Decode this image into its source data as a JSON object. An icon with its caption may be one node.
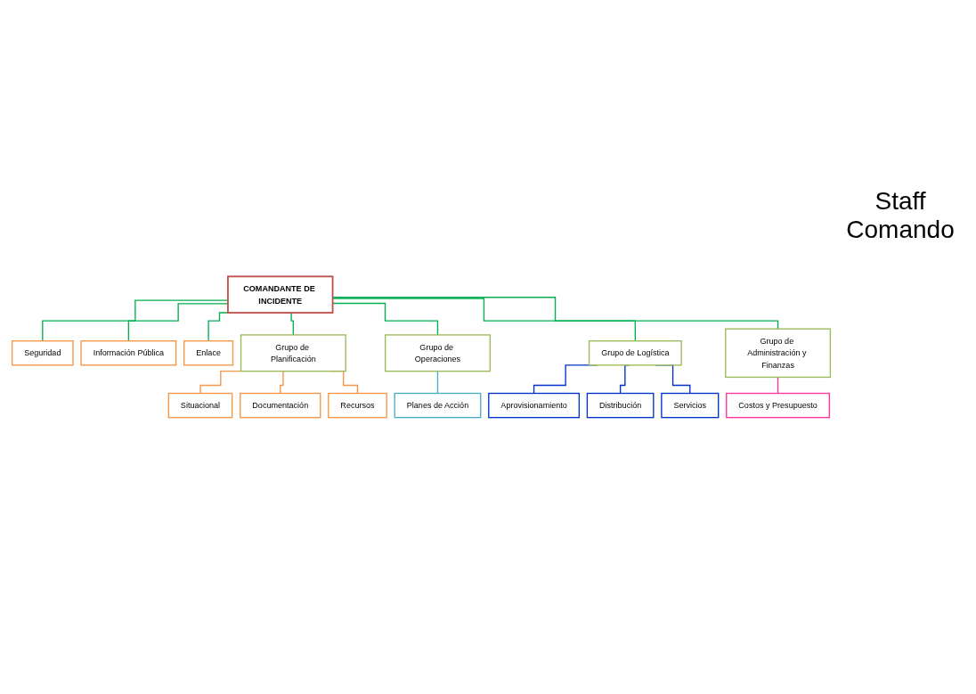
{
  "diagram": {
    "nodes": [
      {
        "text": [
          "COMANDANTE DE INCIDENTE"
        ]
      },
      {
        "text": [
          "Seguridad"
        ]
      },
      {
        "text": [
          "Información Pública"
        ]
      },
      {
        "text": [
          "Enlace"
        ]
      },
      {
        "text": [
          "Grupo de Planificación"
        ]
      },
      {
        "text": [
          "Grupo de Operaciones"
        ]
      },
      {
        "text": [
          "Grupo de Logística"
        ]
      },
      {
        "text": [
          "Grupo de Administración y Finanzas"
        ]
      },
      {
        "text": [
          "Situacional"
        ]
      },
      {
        "text": [
          "Documentación"
        ]
      },
      {
        "text": [
          "Recursos"
        ]
      },
      {
        "text": [
          "Planes de Acción"
        ]
      },
      {
        "text": [
          "Aprovisionamiento"
        ]
      },
      {
        "text": [
          "Distribución"
        ]
      },
      {
        "text": [
          "Servicios"
        ]
      },
      {
        "text": [
          "Costos y Presupuesto"
        ]
      }
    ],
    "edges": [
      {
        "from": 0,
        "to": 1,
        "arrow": "none"
      },
      {
        "from": 0,
        "to": 2,
        "arrow": "none"
      },
      {
        "from": 0,
        "to": 3,
        "arrow": "none"
      },
      {
        "from": 0,
        "to": 4,
        "arrow": "none"
      },
      {
        "from": 0,
        "to": 5,
        "arrow": "none"
      },
      {
        "from": 0,
        "to": 6,
        "arrow": "none"
      },
      {
        "from": 0,
        "to": 7,
        "arrow": "none"
      },
      {
        "from": 4,
        "to": 8,
        "arrow": "none",
        "color": "#f79646"
      },
      {
        "from": 4,
        "to": 9,
        "arrow": "none",
        "color": "#f79646"
      },
      {
        "from": 4,
        "to": 10,
        "arrow": "none",
        "color": "#f79646"
      },
      {
        "from": 5,
        "to": 11,
        "arrow": "none",
        "color": "#4bacc6"
      },
      {
        "from": 6,
        "to": 12,
        "arrow": "none",
        "color": "#0033cc"
      },
      {
        "from": 6,
        "to": 13,
        "arrow": "none",
        "color": "#0033cc"
      },
      {
        "from": 6,
        "to": 14,
        "arrow": "none",
        "color": "#0033cc"
      },
      {
        "from": 7,
        "to": 15,
        "arrow": "none",
        "color": "#ff3399"
      }
    ],
    "labels": [
      "Staff Comando"
    ]
  }
}
